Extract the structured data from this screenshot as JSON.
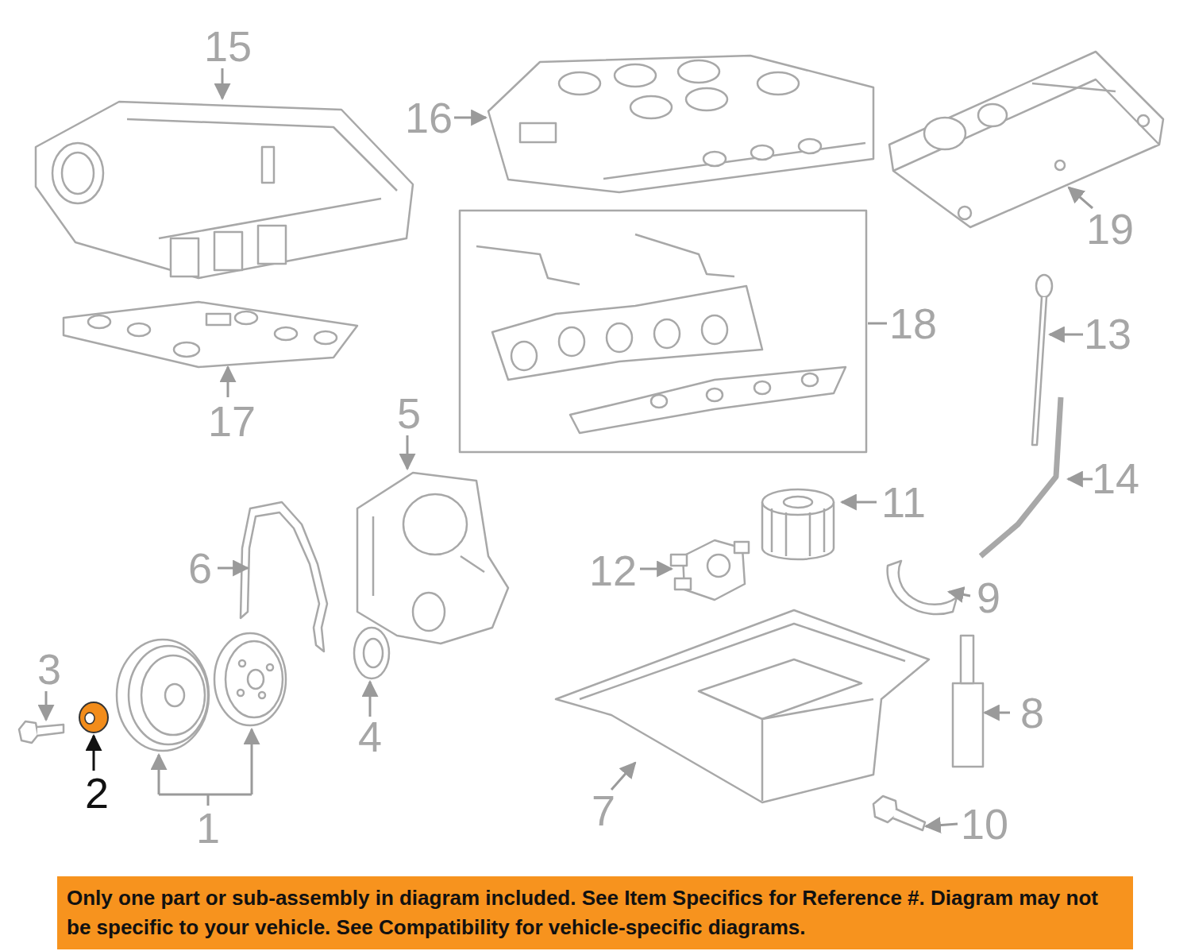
{
  "diagram": {
    "nodes": [
      {
        "text": [
          "Only one part or sub-assembly in diagram included. See Item Specifics for Reference #. Diagram may not be specific to your vehicle. See Compatibility for vehicle-specific diagrams."
        ]
      }
    ],
    "labels": [
      "15",
      "16",
      "19",
      "18",
      "13",
      "17",
      "5",
      "11",
      "14",
      "6",
      "12",
      "9",
      "3",
      "8",
      "4",
      "2",
      "7",
      "10",
      "1"
    ]
  }
}
